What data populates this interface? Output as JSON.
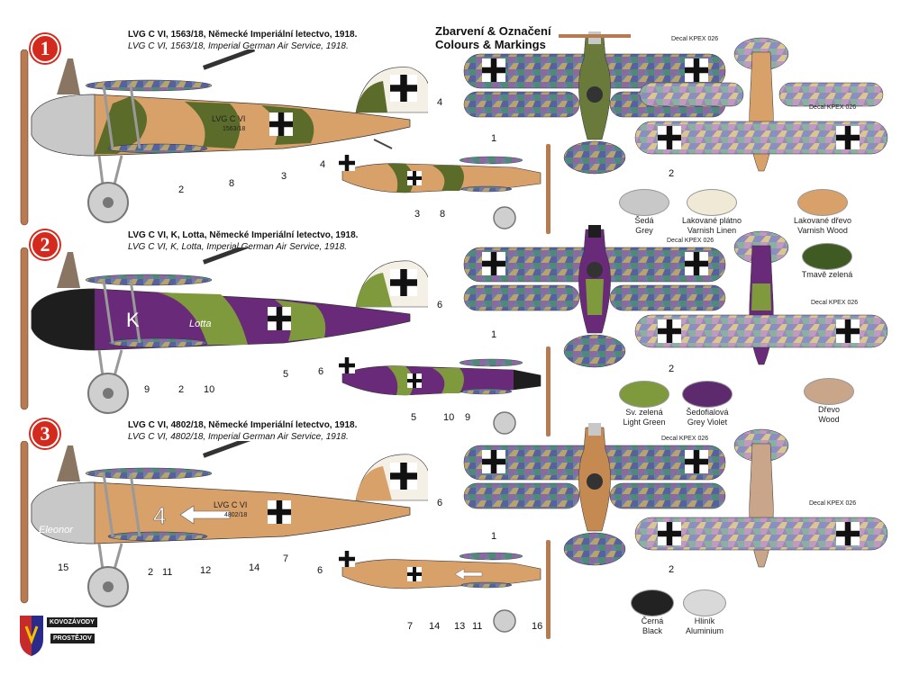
{
  "header": {
    "title_cz": "Zbarvení & Označení",
    "title_en": "Colours & Markings"
  },
  "variants": [
    {
      "badge": "1",
      "caption_cz": "LVG C VI, 1563/18, Německé Imperiální letectvo, 1918.",
      "caption_en": "LVG C VI, 1563/18, Imperial German Air Service, 1918.",
      "fuselage_text": "LVG C VI",
      "serial": "1563/18",
      "callouts": [
        "4",
        "2",
        "8",
        "3",
        "4",
        "3",
        "8",
        "1",
        "2"
      ],
      "decal_1": "Decal KPEX 026",
      "decal_2": "Decal KPEX 026"
    },
    {
      "badge": "2",
      "caption_cz": "LVG C VI, K, Lotta, Německé Imperiální letectvo, 1918.",
      "caption_en": "LVG C VI, K, Lotta, Imperial German Air Service, 1918.",
      "fuselage_letter": "K",
      "fuselage_name": "Lotta",
      "callouts": [
        "6",
        "9",
        "2",
        "10",
        "5",
        "6",
        "5",
        "10",
        "9",
        "1",
        "2"
      ],
      "decal_1": "Decal KPEX 026",
      "decal_2": "Decal KPEX 026"
    },
    {
      "badge": "3",
      "caption_cz": "LVG C VI, 4802/18, Německé Imperiální letectvo, 1918.",
      "caption_en": "LVG C VI, 4802/18, Imperial German Air Service, 1918.",
      "fuselage_text": "LVG C VI",
      "serial": "4802/18",
      "fuselage_number": "4",
      "fuselage_name": "Eleonor",
      "callouts": [
        "6",
        "15",
        "2",
        "11",
        "12",
        "14",
        "7",
        "6",
        "7",
        "14",
        "13",
        "11",
        "16",
        "1",
        "2"
      ],
      "decal_1": "Decal KPEX 026",
      "decal_2": "Decal KPEX 026"
    }
  ],
  "swatches": [
    {
      "cz": "Šedá",
      "en": "Grey",
      "color": "#c8c8c8"
    },
    {
      "cz": "Lakované plátno",
      "en": "Varnish Linen",
      "color": "#efe9d6"
    },
    {
      "cz": "Lakované dřevo",
      "en": "Varnish Wood",
      "color": "#d9a16a"
    },
    {
      "cz": "Tmavě zelená",
      "en": "",
      "color": "#3f5a22"
    },
    {
      "cz": "Sv. zelená",
      "en": "Light Green",
      "color": "#7e9a3c"
    },
    {
      "cz": "Šedofialová",
      "en": "Grey Violet",
      "color": "#5e2a6e"
    },
    {
      "cz": "Dřevo",
      "en": "Wood",
      "color": "#c9a58a"
    },
    {
      "cz": "Černá",
      "en": "Black",
      "color": "#222222"
    },
    {
      "cz": "Hliník",
      "en": "Aluminium",
      "color": "#d9d9d9"
    }
  ],
  "logo": {
    "line1": "KOVOZÁVODY",
    "line2": "PROSTĚJOV"
  },
  "colors": {
    "badge_red": "#d42a1e",
    "wood": "#d9a16a",
    "dark_green": "#5b6b2a",
    "violet": "#6a2a7a",
    "lozenge_blue": "#4a6aa0"
  }
}
